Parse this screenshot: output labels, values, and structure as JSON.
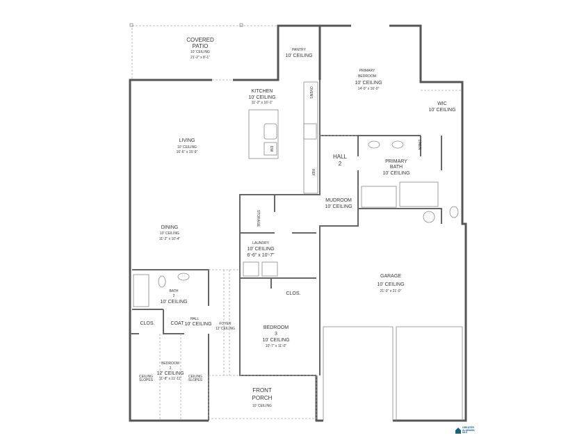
{
  "rooms": {
    "patio": [
      "COVERED",
      "PATIO",
      "10' CEILING",
      "21'-2\" x 8'-1\""
    ],
    "pantry": [
      "PANTRY",
      "10' CEILING"
    ],
    "kitchen": [
      "KITCHEN",
      "10' CEILING",
      "11'-2\" x 16'-1\""
    ],
    "living": [
      "LIVING",
      "10' CEILING",
      "16'-6\" x 15'-9\""
    ],
    "dining": [
      "DINING",
      "10' CEILING",
      "11'-2\" x 10'-4\""
    ],
    "primary_bedroom": [
      "PRIMARY",
      "BEDROOM",
      "10' CEILING",
      "14'-0\" x 16'-0\""
    ],
    "wic": [
      "WIC",
      "10' CEILING"
    ],
    "hall2": [
      "HALL",
      "2"
    ],
    "primary_bath": [
      "PRIMARY",
      "BATH",
      "10' CEILING"
    ],
    "mudroom": [
      "MUDROOM",
      "10' CEILING"
    ],
    "storage": "STORAGE",
    "laundry": [
      "LAUNDRY",
      "10' CEILING",
      "6'-6\" x 10'-7\""
    ],
    "garage": [
      "GARAGE",
      "10' CEILING",
      "21'-0\" x 21'-0\""
    ],
    "bath2": [
      "BATH",
      "2",
      "10' CEILING"
    ],
    "clos_bed3": "CLOS.",
    "bedroom3": [
      "BEDROOM",
      "3",
      "10' CEILING",
      "10'-7\" x 11'-0\""
    ],
    "clos_bed2": "CLOS.",
    "coat": "COAT",
    "hall": [
      "HALL",
      "10' CEILING"
    ],
    "foyer": [
      "FOYER",
      "12' CEILING"
    ],
    "ceiling_slopes": [
      "CEILING",
      "SLOPES"
    ],
    "bedroom2": [
      "BEDROOM",
      "2",
      "12' CEILING",
      "11'-8\" x 11'-11\""
    ],
    "front_porch": [
      "FRONT",
      "PORCH",
      "10' CEILING"
    ]
  },
  "fixtures": {
    "ovens": "OVENS",
    "dw": "DW",
    "ref": "REF",
    "linen": "LINEN"
  },
  "logo": [
    "GREATER",
    "ALABAMA",
    "MLS"
  ],
  "colors": {
    "wall": "#555555",
    "logo": "#1b5e8c",
    "logo_green": "#3a9a3a"
  }
}
